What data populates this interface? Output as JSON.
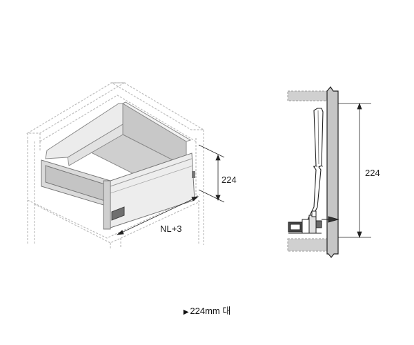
{
  "left_view": {
    "height_label": "224",
    "width_label": "NL+3"
  },
  "right_view": {
    "height_label": "224"
  },
  "caption": {
    "arrow_icon": "triangle-right-icon",
    "text": "224mm 대"
  }
}
